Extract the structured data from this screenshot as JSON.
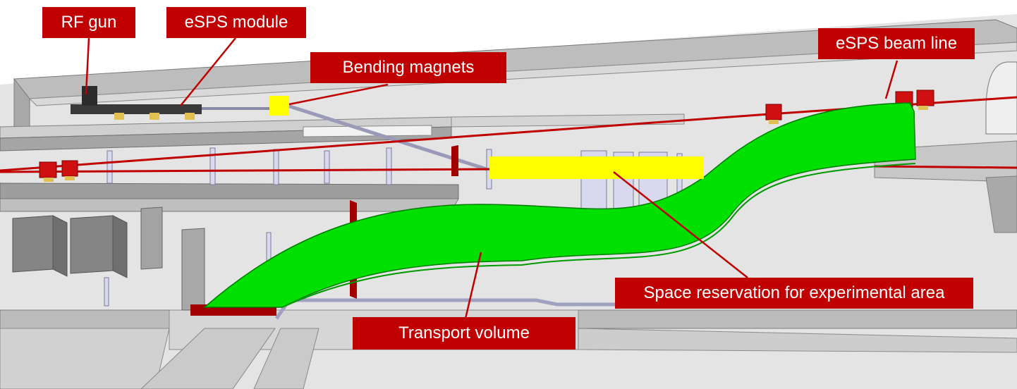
{
  "colors": {
    "label_bg": "#c00000",
    "label_text": "#ffffff",
    "transport_volume": "#00e000",
    "space_reservation": "#ffff00",
    "beam_line": "#c00000",
    "tunnel_wall": "#e3e3e3",
    "tunnel_floor": "#d0d0d0"
  },
  "labels": {
    "rf_gun": "RF gun",
    "espss_module": "eSPS module",
    "bending_magnets": "Bending magnets",
    "espss_beam_line": "eSPS beam line",
    "space_reservation": "Space reservation for experimental area",
    "transport_volume": "Transport volume"
  }
}
